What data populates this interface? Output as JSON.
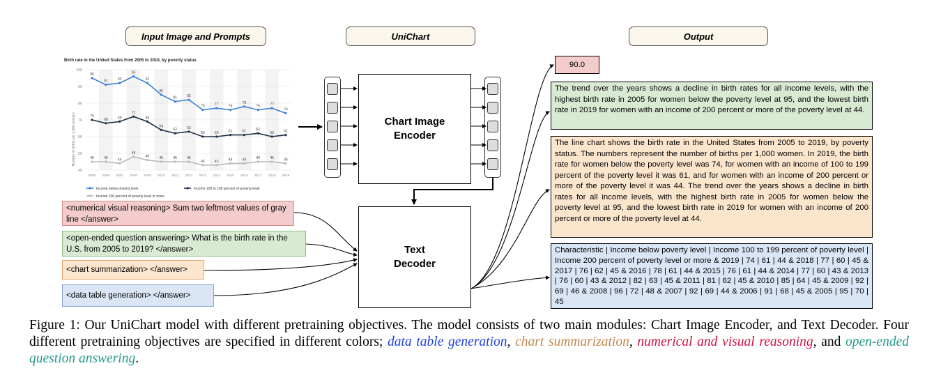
{
  "headers": {
    "input": "Input Image and Prompts",
    "model": "UniChart",
    "output": "Output"
  },
  "encoder_label": "Chart Image\nEncoder",
  "decoder_label": "Text\nDecoder",
  "prompts": {
    "numerical": "<numerical visual reasoning> Sum two leftmost values of gray line </answer>",
    "open_ended": "<open-ended question answering> What is the birth rate in the U.S. from 2005 to 2019? </answer>",
    "summarization": "<chart summarization> </answer>",
    "table": "<data table generation> </answer>"
  },
  "outputs": {
    "numerical": "90.0",
    "open_ended": "The trend over the years shows a decline in birth rates for all income levels, with the highest birth rate in 2005 for women below the poverty level at 95, and the lowest birth rate in 2019 for women with an income of 200 percent or more of the poverty level at 44.",
    "summarization": "The line chart shows the birth rate in the United States from 2005 to 2019, by poverty status. The numbers represent the number of births per 1,000 women. In 2019, the birth rate for women below the poverty level was 74, for women with an income of 100 to 199 percent of the poverty level it was 61, and for women with an income of 200 percent or more of the poverty level it was 44. The trend over the years shows a decline in birth rates for all income levels, with the highest birth rate in 2005 for women below the poverty level at 95, and the lowest birth rate in 2019 for women with an income of 200 percent or more of the poverty level at 44.",
    "table": "Characteristic | Income below poverty level | Income 100 to 199 percent of poverty level | Income 200 percent of poverty level or more & 2019 | 74 | 61 | 44 & 2018 | 77 | 60 | 45 & 2017 | 76 | 62 | 45 & 2016 | 78 | 61 | 44 & 2015 | 76 | 61 | 44 & 2014 | 77 | 60 | 43 & 2013 | 76 | 60 | 43 & 2012 | 82 | 63 | 45 & 2011 | 81 | 62 | 45 & 2010 | 85 | 64 | 45 & 2009 | 92 | 69 | 46 & 2008 | 96 | 72 | 48 & 2007 | 92 | 69 | 44 & 2006 | 91 | 68 | 45 & 2005 | 95 | 70 | 45"
  },
  "caption": {
    "lead": "Figure 1:  Our UniChart model with different pretraining objectives. The model consists of two main modules: Chart Image Encoder, and Text Decoder. Four different pretraining objectives are specified in different colors; ",
    "t1": "data table generation",
    "s1": ", ",
    "t2": "chart summarization",
    "s2": ", ",
    "t3": "numerical and visual reasoning",
    "s3": ", and ",
    "t4": "open-ended question answering",
    "s4": "."
  },
  "chart_data": {
    "type": "line",
    "title": "Birth rate in the United States from 2005 to 2019, by poverty status",
    "ylabel": "Number of births per 1,000 women",
    "xlabel": "",
    "x": [
      "2005",
      "2006",
      "2007",
      "2008",
      "2009",
      "2010",
      "2011",
      "2012",
      "2013",
      "2014",
      "2015",
      "2016",
      "2017",
      "2018",
      "2019"
    ],
    "yticks": [
      40,
      50,
      60,
      70,
      80,
      90,
      100
    ],
    "ylim": [
      40,
      100
    ],
    "grid": true,
    "legend_position": "bottom",
    "series": [
      {
        "name": "Income below poverty level",
        "color": "#3b7fd6",
        "values": [
          95,
          91,
          92,
          96,
          92,
          85,
          81,
          82,
          76,
          77,
          76,
          78,
          76,
          77,
          74
        ]
      },
      {
        "name": "Income 100 to 199 percent of poverty level",
        "color": "#1f2d44",
        "values": [
          70,
          68,
          69,
          72,
          69,
          64,
          62,
          63,
          60,
          60,
          61,
          61,
          62,
          60,
          61
        ]
      },
      {
        "name": "Income 200 percent of poverty level or more",
        "color": "#b9b9b9",
        "values": [
          45,
          45,
          44,
          48,
          46,
          45,
          45,
          45,
          43,
          43,
          44,
          44,
          45,
          45,
          44
        ]
      }
    ]
  }
}
